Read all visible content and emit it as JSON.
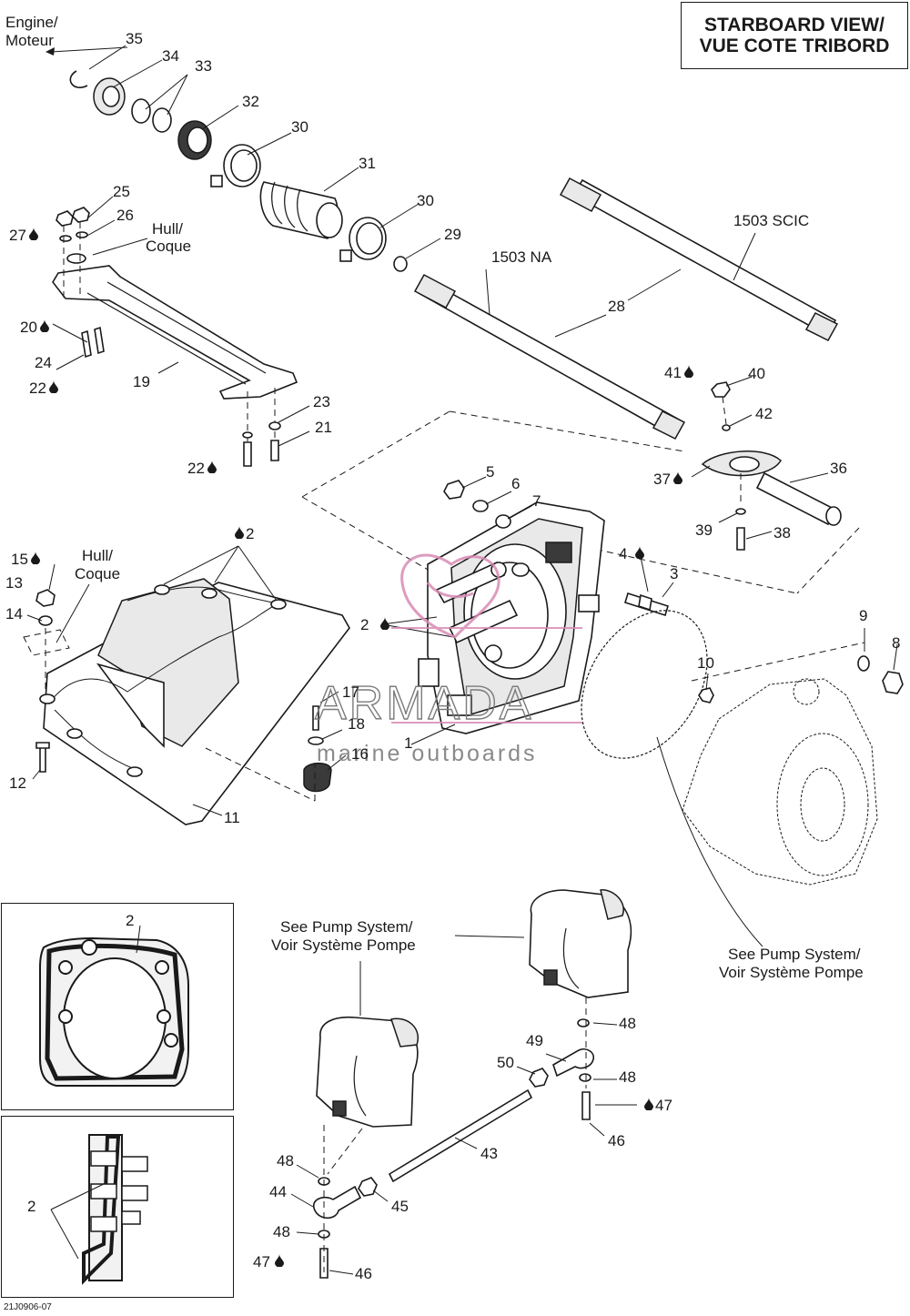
{
  "title": {
    "line1": "STARBOARD VIEW/",
    "line2": "VUE COTE TRIBORD"
  },
  "labels": {
    "engine": "Engine/",
    "moteur": "Moteur",
    "hull1": "Hull/",
    "coque1": "Coque",
    "hull2": "Hull/",
    "coque2": "Coque",
    "scic": "1503 SCIC",
    "na": "1503 NA",
    "see_pump_1a": "See Pump System/",
    "see_pump_1b": "Voir Système Pompe",
    "see_pump_2a": "See Pump System/",
    "see_pump_2b": "Voir Système Pompe"
  },
  "callouts": {
    "c35": "35",
    "c34": "34",
    "c33": "33",
    "c32": "32",
    "c30a": "30",
    "c31": "31",
    "c30b": "30",
    "c29": "29",
    "c28": "28",
    "c25": "25",
    "c26": "26",
    "c27": "27",
    "c20": "20",
    "c24": "24",
    "c22a": "22",
    "c19": "19",
    "c23": "23",
    "c21": "21",
    "c22b": "22",
    "c41": "41",
    "c40": "40",
    "c42": "42",
    "c37": "37",
    "c36": "36",
    "c39": "39",
    "c38": "38",
    "c5": "5",
    "c6": "6",
    "c7": "7",
    "c4": "4",
    "c3": "3",
    "c2a": "2",
    "c2b": "2",
    "c15": "15",
    "c13": "13",
    "c14": "14",
    "c9": "9",
    "c8": "8",
    "c10": "10",
    "c17": "17",
    "c18": "18",
    "c16": "16",
    "c1": "1",
    "c12": "12",
    "c11": "11",
    "c2c": "2",
    "c2d": "2",
    "c48a": "48",
    "c49": "49",
    "c50": "50",
    "c48b": "48",
    "c47a": "47",
    "c46a": "46",
    "c43": "43",
    "c48c": "48",
    "c44": "44",
    "c45": "45",
    "c48d": "48",
    "c47b": "47",
    "c46b": "46"
  },
  "drawing_code": "21J0906-07",
  "watermark": {
    "brand": "ARMADA",
    "tagline": "marine outboards"
  },
  "colors": {
    "ink": "#1a1a1a",
    "watermark_logo": "#d98bb5",
    "watermark_text": "#7b7b7b"
  }
}
